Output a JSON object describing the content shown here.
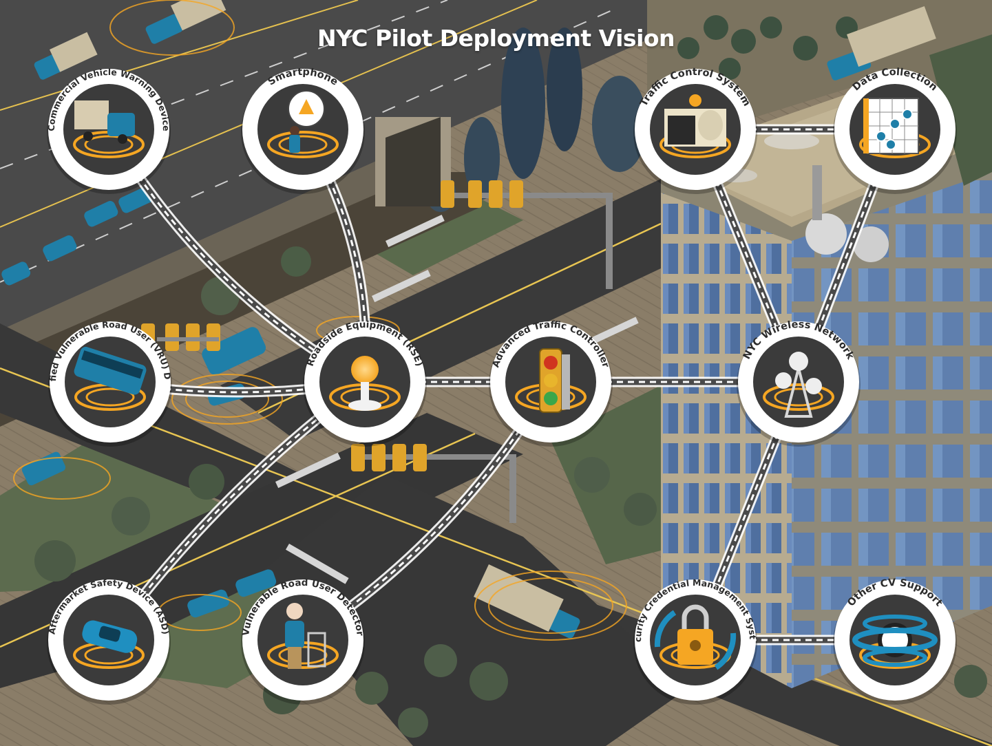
{
  "title": "NYC Pilot Deployment Vision",
  "colors": {
    "accent_orange": "#f5a623",
    "accent_blue": "#1f8fb5",
    "road": "#3a3a3a",
    "sidewalk": "#8c7f6a",
    "grass": "#5c6b4e",
    "building_glass": "#5b7fb0"
  },
  "nodes": [
    {
      "id": "cvwd",
      "label": "Commercial Vehicle Warning Device",
      "icon": "truck-icon"
    },
    {
      "id": "smartphone",
      "label": "Smartphone",
      "icon": "smartphone-icon"
    },
    {
      "id": "tcs",
      "label": "Traffic Control System",
      "icon": "traffic-control-building-icon"
    },
    {
      "id": "data",
      "label": "Data Collection",
      "icon": "data-collection-icon"
    },
    {
      "id": "vru",
      "label": "Modified Vulnerable Road User (VRU) Device",
      "icon": "bus-icon"
    },
    {
      "id": "rse",
      "label": "Roadside Equipment (RSE)",
      "icon": "roadside-equipment-icon"
    },
    {
      "id": "atc",
      "label": "Advanced Traffic Controller",
      "icon": "traffic-light-icon"
    },
    {
      "id": "wireless",
      "label": "NYC Wireless Network",
      "icon": "wireless-tower-icon"
    },
    {
      "id": "asd",
      "label": "Aftermarket Safety Device (ASD)",
      "icon": "car-icon"
    },
    {
      "id": "vrud",
      "label": "Vulnerable Road User Detector",
      "icon": "pedestrian-walker-icon"
    },
    {
      "id": "scms",
      "label": "Security Credential Management System",
      "icon": "padlock-icon"
    },
    {
      "id": "other",
      "label": "Other CV Support",
      "icon": "rotating-sphere-icon"
    }
  ],
  "links": [
    [
      "cvwd",
      "rse"
    ],
    [
      "smartphone",
      "rse"
    ],
    [
      "vru",
      "rse"
    ],
    [
      "asd",
      "rse"
    ],
    [
      "vrud",
      "atc"
    ],
    [
      "rse",
      "atc"
    ],
    [
      "atc",
      "wireless"
    ],
    [
      "tcs",
      "data"
    ],
    [
      "tcs",
      "wireless"
    ],
    [
      "data",
      "wireless"
    ],
    [
      "wireless",
      "scms"
    ],
    [
      "scms",
      "other"
    ]
  ]
}
